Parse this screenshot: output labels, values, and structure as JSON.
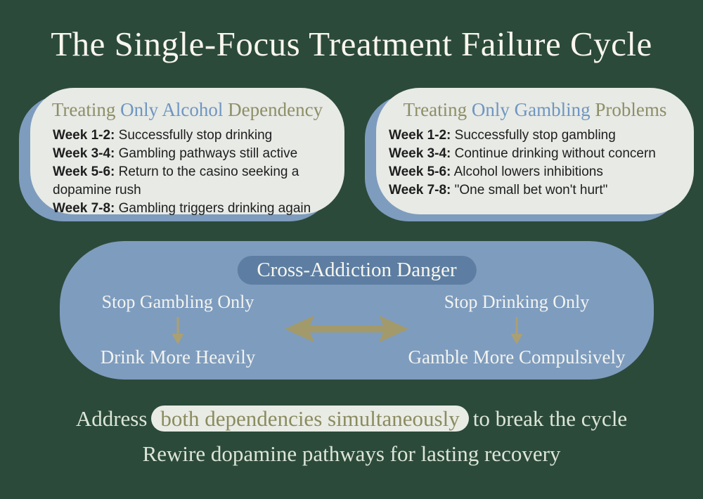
{
  "colors": {
    "background": "#2c4a3a",
    "card_background": "#e7eae5",
    "accent_blue": "#7e9cbe",
    "badge_blue": "#5d7ea2",
    "olive_text": "#8e8e67",
    "blue_title_text": "#6f95c1",
    "arrow_olive": "#a39a6b",
    "footer_text": "#dce6d8",
    "body_text": "#1e1e1e",
    "heading_text": "#f8f6ee"
  },
  "title": "The Single-Focus Treatment Failure Cycle",
  "cards": [
    {
      "title_pre": "Treating ",
      "title_mid": "Only Alcohol",
      "title_post": " Dependency",
      "rows": [
        {
          "label": "Week 1-2:",
          "text": "Successfully stop drinking"
        },
        {
          "label": "Week 3-4:",
          "text": "Gambling pathways still active"
        },
        {
          "label": "Week 5-6:",
          "text": "Return to the casino seeking a dopamine rush"
        },
        {
          "label": "Week 7-8:",
          "text": "Gambling triggers drinking again"
        }
      ]
    },
    {
      "title_pre": "Treating ",
      "title_mid": "Only Gambling",
      "title_post": " Problems",
      "rows": [
        {
          "label": "Week 1-2:",
          "text": "Successfully stop gambling"
        },
        {
          "label": "Week 3-4:",
          "text": "Continue drinking without concern"
        },
        {
          "label": "Week 5-6:",
          "text": "Alcohol lowers inhibitions"
        },
        {
          "label": "Week 7-8:",
          "text": "\"One small bet won't hurt\""
        }
      ]
    }
  ],
  "danger": {
    "badge": "Cross-Addiction Danger",
    "left_top": "Stop Gambling Only",
    "left_bottom": "Drink More Heavily",
    "right_top": "Stop Drinking Only",
    "right_bottom": "Gamble More Compulsively"
  },
  "footer": {
    "line1_pre": "Address",
    "line1_highlight": "both dependencies simultaneously",
    "line1_post": "to break the cycle",
    "line2": "Rewire dopamine pathways for lasting recovery"
  }
}
